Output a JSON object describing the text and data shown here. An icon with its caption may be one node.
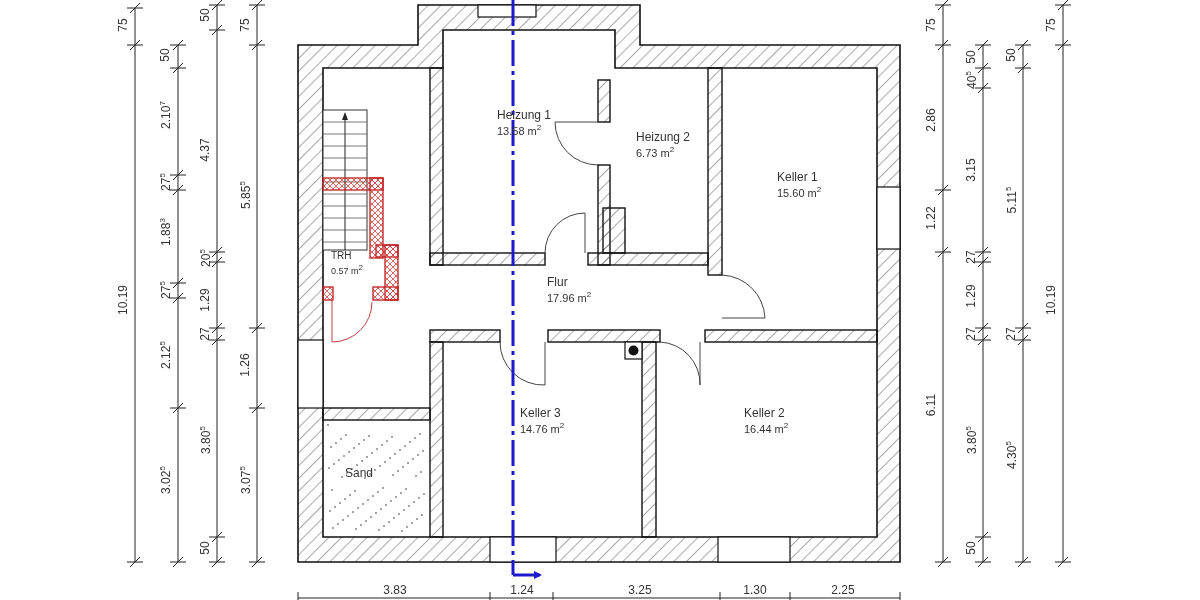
{
  "diagram": {
    "nodes": [
      {
        "text": [
          "Heizung 1",
          "13.58 m$^{2}$"
        ]
      },
      {
        "text": [
          "Heizung 2",
          "6.73 m$^{2}$"
        ]
      },
      {
        "text": [
          "Keller 1",
          "15.60 m$^{2}$"
        ]
      },
      {
        "text": [
          "TRH",
          "0.57 m$^{2}$"
        ]
      },
      {
        "text": [
          "Flur",
          "17.96 m$^{2}$"
        ]
      },
      {
        "text": [
          "Keller 3",
          "14.76 m$^{2}$"
        ]
      },
      {
        "text": [
          "Keller 2",
          "16.44 m$^{2}$"
        ]
      },
      {
        "text": [
          "Sand"
        ]
      }
    ],
    "labels": [
      "75",
      "10.19",
      "50",
      "2.10$^{7}$",
      "27$^{5}$",
      "1.88$^{3}$",
      "27$^{5}$",
      "2.12$^{5}$",
      "3.02$^{5}$",
      "50",
      "4.37",
      "20$^{5}$",
      "1.29",
      "27",
      "3.80$^{5}$",
      "50",
      "75",
      "5.85$^{5}$",
      "1.26",
      "3.07$^{5}$",
      "75",
      "2.86",
      "1.22",
      "6.11",
      "50",
      "40$^{5}$",
      "3.15",
      "27",
      "1.29",
      "27",
      "3.80$^{5}$",
      "50",
      "50",
      "5.11$^{5}$",
      "27",
      "4.30$^{5}$",
      "75",
      "10.19",
      "3.83",
      "1.24",
      "3.25",
      "1.30",
      "2.25"
    ]
  }
}
